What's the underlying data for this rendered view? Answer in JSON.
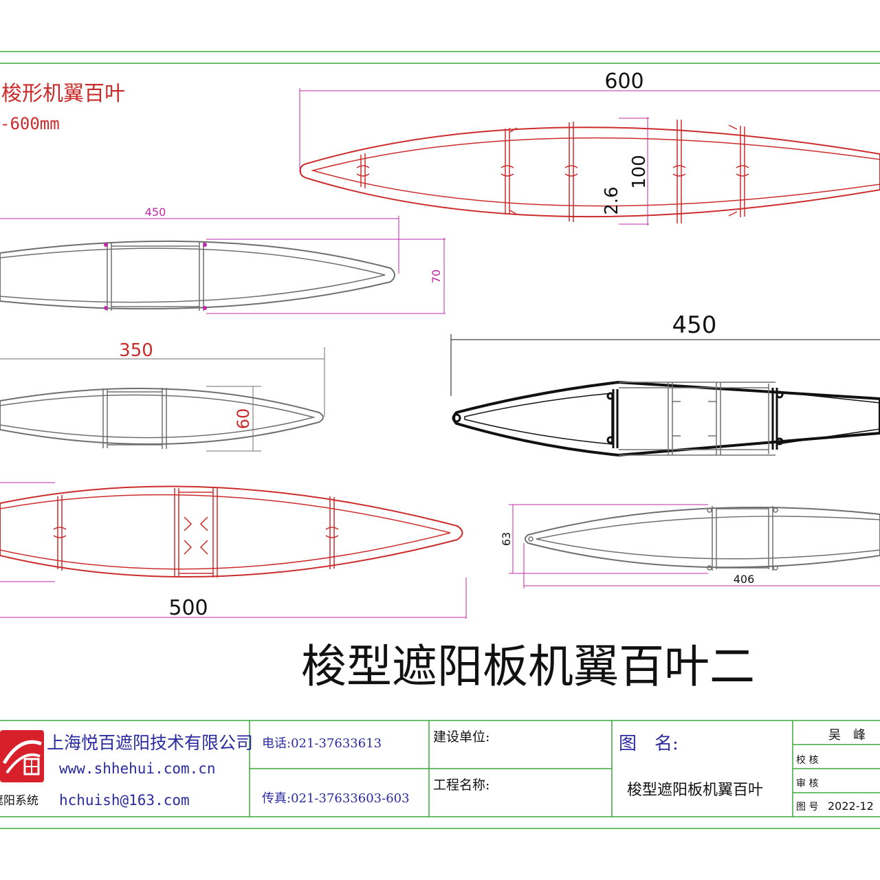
{
  "colors": {
    "border": "#3aa83a",
    "profile_red": "#cc2b2b",
    "dimension_pink": "#c028a8",
    "profile_gray": "#6e6e6e",
    "text": "#111111",
    "blue_text": "#2a2aa0",
    "logo_red": "#d8202a"
  },
  "header": {
    "title_line1": "梭形机翼百叶",
    "title_line2": "-600mm"
  },
  "profiles": {
    "p600": {
      "width_label": "600",
      "height_label": "100",
      "thickness_label": "2.6"
    },
    "p450a": {
      "width_label": "450",
      "height_label": "70"
    },
    "p350": {
      "width_label": "350",
      "height_label": "60"
    },
    "p500": {
      "width_label": "500"
    },
    "p450b": {
      "width_label": "450"
    },
    "p406": {
      "width_label": "406",
      "height_label": "63"
    }
  },
  "main_title": "梭型遮阳板机翼百叶二",
  "title_block": {
    "logo_icon": "company-logo-icon",
    "company_name": "上海悦百遮阳技术有限公司",
    "website": "www.shhehui.com.cn",
    "email": "hchuish@163.com",
    "logo_caption": "遮阳系统",
    "phone": "电话:021-37633613",
    "fax": "传真:021-37633603-603",
    "construction_unit_label": "建设单位:",
    "project_name_label": "工程名称:",
    "drawing_name_label": "图　名:",
    "drawing_name_value": "梭型遮阳板机翼百叶",
    "designer": "吴　峰",
    "check_label": "校 核",
    "review_label": "审 核",
    "drawing_no_label": "图 号",
    "drawing_no_value": "2022-12"
  }
}
